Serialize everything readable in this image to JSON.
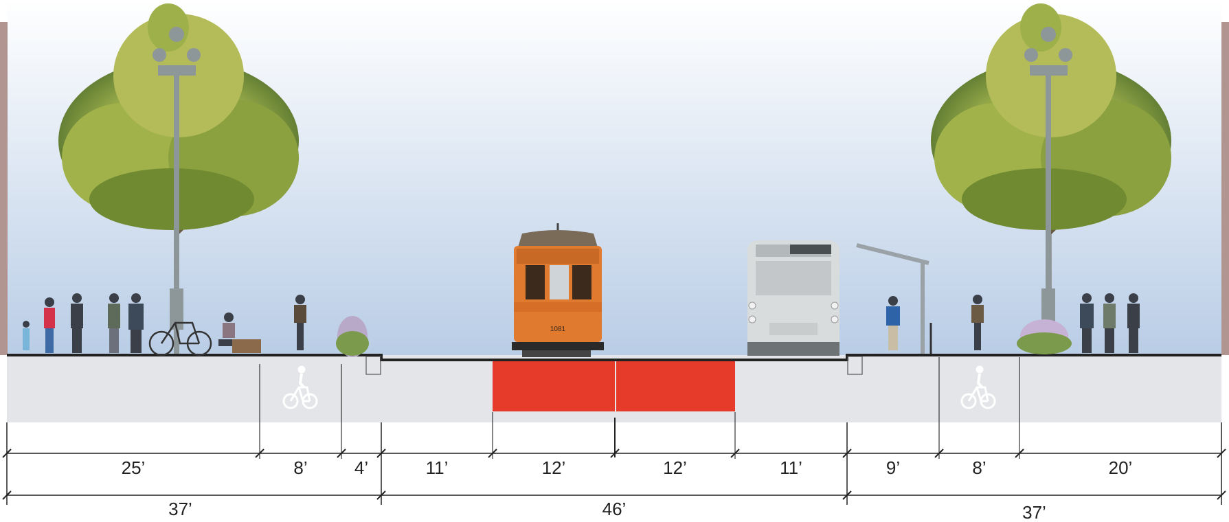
{
  "segments": [
    {
      "label": "25’",
      "type": "sidewalk"
    },
    {
      "label": "8’",
      "type": "bike-lane",
      "icon": "bicycle-icon"
    },
    {
      "label": "4’",
      "type": "buffer-planting"
    },
    {
      "label": "11’",
      "type": "travel-lane"
    },
    {
      "label": "12’",
      "type": "transit-lane",
      "color": "#e63a2a"
    },
    {
      "label": "12’",
      "type": "transit-lane",
      "color": "#e63a2a"
    },
    {
      "label": "11’",
      "type": "travel-lane"
    },
    {
      "label": "9’",
      "type": "sidewalk-boarding"
    },
    {
      "label": "8’",
      "type": "bike-lane",
      "icon": "bicycle-icon"
    },
    {
      "label": "20’",
      "type": "sidewalk"
    }
  ],
  "totals": [
    {
      "label": "37’"
    },
    {
      "label": "46’"
    },
    {
      "label": "37’"
    }
  ],
  "vehicles": {
    "streetcar_number": "1081",
    "streetcar_color": "#e07a2e",
    "bus_color": "#d9dcdd"
  },
  "colors": {
    "sky_top": "#ffffff",
    "sky_bottom": "#b9cde6",
    "pavement": "#e3e5e8",
    "transit_lane": "#e63a2a",
    "tree_foliage": "#8ca33c",
    "building_edge": "#b09590"
  }
}
